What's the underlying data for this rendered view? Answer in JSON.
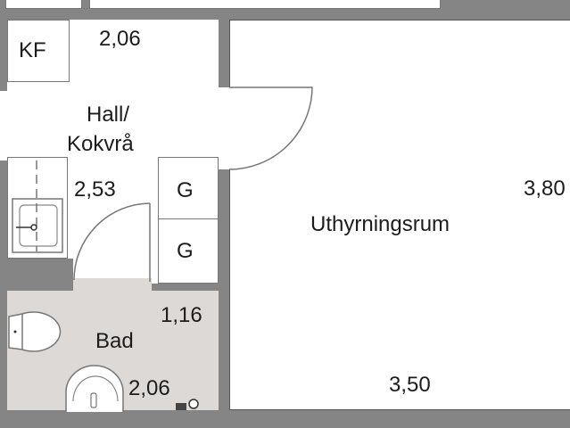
{
  "plan": {
    "colors": {
      "wall": "#858585",
      "bath_floor": "#dcd9d7",
      "text": "#1c1c1c",
      "background": "#ffffff"
    },
    "rooms": {
      "hall": {
        "name": "Hall/",
        "name2": "Kokvrå",
        "area_top": "2,06",
        "area_bottom": "2,53"
      },
      "bath": {
        "name": "Bad",
        "dim_1": "1,16",
        "dim_2": "2,06"
      },
      "rental_room": {
        "name": "Uthyrningsrum",
        "dim_width": "3,50",
        "dim_depth": "3,80"
      }
    },
    "fixtures": {
      "fridge_freezer": "KF",
      "wardrobe_1": "G",
      "wardrobe_2": "G"
    }
  }
}
